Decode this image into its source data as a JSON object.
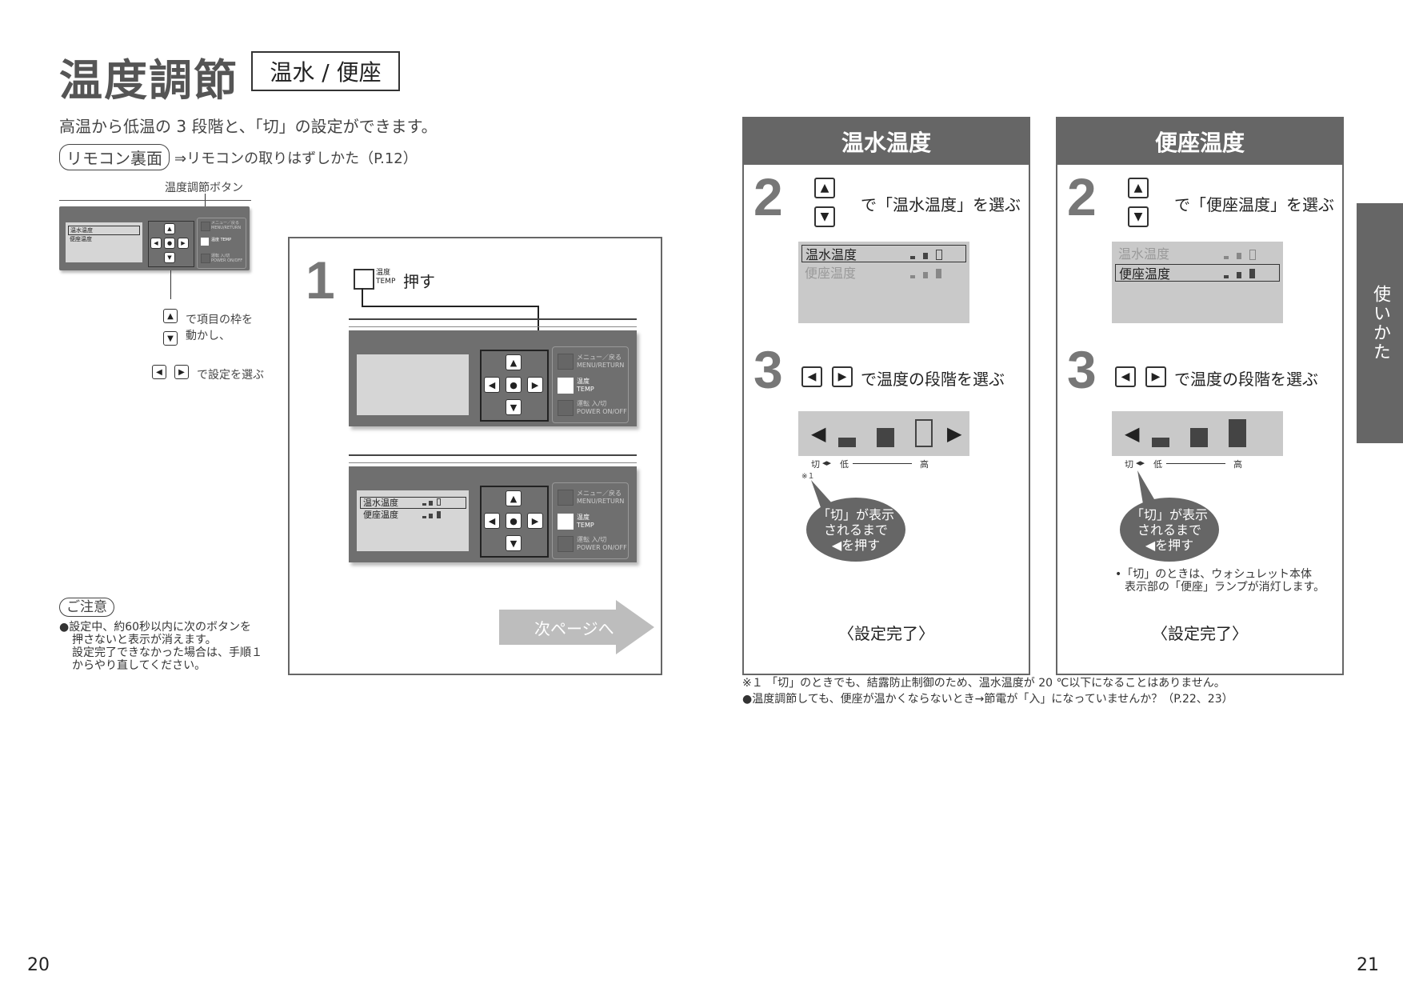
{
  "header": {
    "title": "温度調節",
    "badge": "温水 / 便座"
  },
  "intro": "高温から低温の 3 段階と、「切」の設定ができます。",
  "remote_ref": {
    "pill": "リモコン裏面",
    "text": "⇒リモコンの取りはずしかた（P.12）"
  },
  "mini_diagram": {
    "label": "温度調節ボタン",
    "lcd_row1": "温水温度",
    "lcd_row2": "便座温度",
    "side_menu": "メニュー／戻る MENU/RETURN",
    "side_temp": "温度 TEMP",
    "side_power": "運転 入/切 POWER ON/OFF",
    "hint1_line1": "で項目の枠を",
    "hint1_line2": "動かし、",
    "hint2": "で設定を選ぶ"
  },
  "icons": {
    "up": "▲",
    "down": "▼",
    "left": "◀",
    "right": "▶",
    "center": "●"
  },
  "step1": {
    "num": "1",
    "btn_label_top": "温度",
    "btn_label_bottom": "TEMP",
    "action": "押す",
    "remote": {
      "menu_jp": "メニュー／戻る",
      "menu_en": "MENU/RETURN",
      "temp_jp": "温度",
      "temp_en": "TEMP",
      "power_jp": "運転 入/切",
      "power_en": "POWER ON/OFF",
      "lcd_row1": "温水温度",
      "lcd_row2": "便座温度"
    },
    "next": "次ページへ"
  },
  "panel_water": {
    "title": "温水温度",
    "step2_num": "2",
    "step2_text": "で「温水温度」を選ぶ",
    "lcd_row1": "温水温度",
    "lcd_row2": "便座温度",
    "step3_num": "3",
    "step3_text": "で温度の段階を選ぶ",
    "scale_off": "切",
    "scale_low": "低",
    "scale_high": "高",
    "note_mark": "※１",
    "bubble_l1": "「切」が表示",
    "bubble_l2": "されるまで",
    "bubble_l3": "を押す",
    "done": "〈設定完了〉"
  },
  "panel_seat": {
    "title": "便座温度",
    "step2_num": "2",
    "step2_text": "で「便座温度」を選ぶ",
    "lcd_row1": "温水温度",
    "lcd_row2": "便座温度",
    "step3_num": "3",
    "step3_text": "で温度の段階を選ぶ",
    "scale_off": "切",
    "scale_low": "低",
    "scale_high": "高",
    "bubble_l1": "「切」が表示",
    "bubble_l2": "されるまで",
    "bubble_l3": "を押す",
    "off_note_l1": "•「切」のときは、ウォシュレット本体",
    "off_note_l2": "表示部の「便座」ランプが消灯します。",
    "done": "〈設定完了〉"
  },
  "caution": {
    "pill": "ご注意",
    "l1": "●設定中、約60秒以内に次のボタンを",
    "l2": "押さないと表示が消えます。",
    "l3": "設定完了できなかった場合は、手順１",
    "l4": "からやり直してください。"
  },
  "footnotes": {
    "n1": "※１ 「切」のときでも、結露防止制御のため、温水温度が 20 ℃以下になることはありません。",
    "n2": "●温度調節しても、便座が温かくならないとき→節電が「入」になっていませんか？（P.22、23）"
  },
  "sidetab": "使いかた",
  "page_left": "20",
  "page_right": "21",
  "colors": {
    "panel_gray": "#666666",
    "lcd_gray": "#c9c9c9",
    "remote_gray": "#6f6f6f"
  }
}
